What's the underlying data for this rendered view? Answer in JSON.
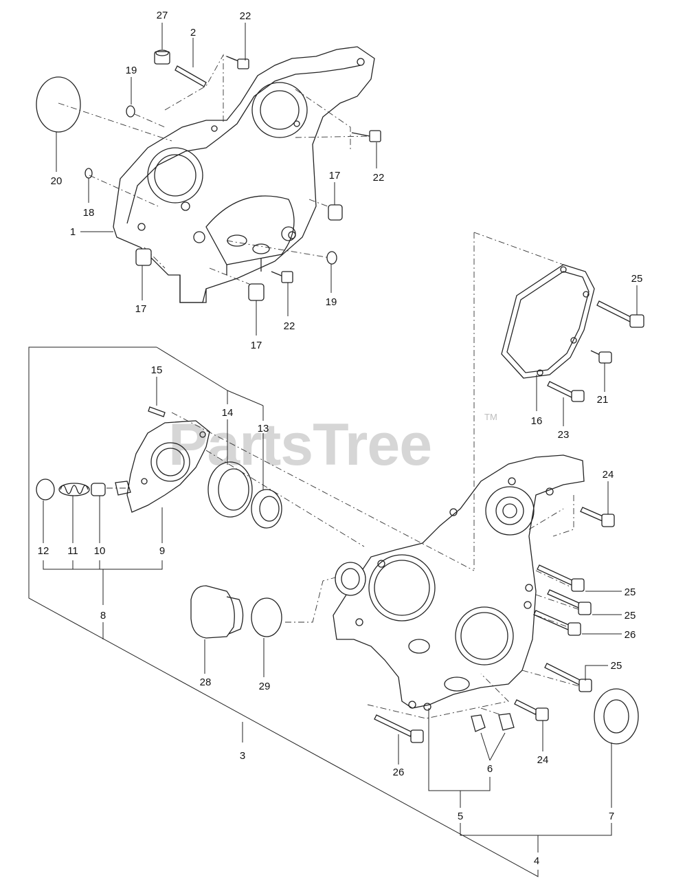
{
  "watermark": {
    "text": "PartsTree",
    "tm": "TM"
  },
  "callouts": {
    "c27": "27",
    "c2": "2",
    "c22a": "22",
    "c19a": "19",
    "c20": "20",
    "c18": "18",
    "c22b": "22",
    "c17a": "17",
    "c1": "1",
    "c17b": "17",
    "c19b": "19",
    "c22c": "22",
    "c17c": "17",
    "c25a": "25",
    "c21": "21",
    "c16": "16",
    "c23": "23",
    "c15": "15",
    "c14": "14",
    "c13": "13",
    "c24a": "24",
    "c12": "12",
    "c11": "11",
    "c10": "10",
    "c9": "9",
    "c8": "8",
    "c25b": "25",
    "c25c": "25",
    "c26a": "26",
    "c25d": "25",
    "c28": "28",
    "c29": "29",
    "c3": "3",
    "c26b": "26",
    "c6": "6",
    "c24b": "24",
    "c5": "5",
    "c7": "7",
    "c4": "4"
  }
}
